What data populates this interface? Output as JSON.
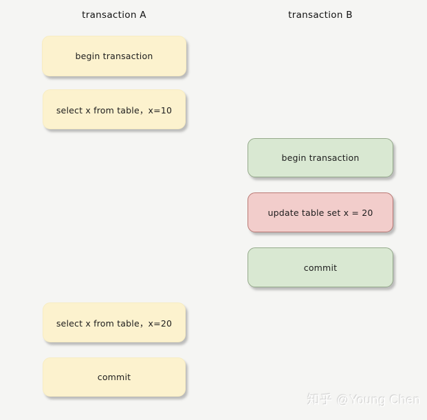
{
  "diagram": {
    "columns": [
      {
        "id": "A",
        "title": "transaction A"
      },
      {
        "id": "B",
        "title": "transaction B"
      }
    ],
    "boxes": [
      {
        "column": "A",
        "order": 1,
        "label": "begin transaction",
        "style": "yellow"
      },
      {
        "column": "A",
        "order": 2,
        "label": "select x from table，x=10",
        "style": "yellow"
      },
      {
        "column": "B",
        "order": 3,
        "label": "begin transaction",
        "style": "green"
      },
      {
        "column": "B",
        "order": 4,
        "label": "update table set x = 20",
        "style": "red"
      },
      {
        "column": "B",
        "order": 5,
        "label": "commit",
        "style": "green"
      },
      {
        "column": "A",
        "order": 6,
        "label": "select x from table，x=20",
        "style": "yellow"
      },
      {
        "column": "A",
        "order": 7,
        "label": "commit",
        "style": "yellow"
      }
    ],
    "colors": {
      "background": "#f5f5f3",
      "yellow_fill": "#fcf2ce",
      "green_fill": "#d9e8d2",
      "green_border": "#94a98a",
      "red_fill": "#f2cdcb",
      "red_border": "#b97772",
      "text": "#1c1c1c"
    }
  },
  "watermark": {
    "text": "知乎 @Young Chen"
  }
}
